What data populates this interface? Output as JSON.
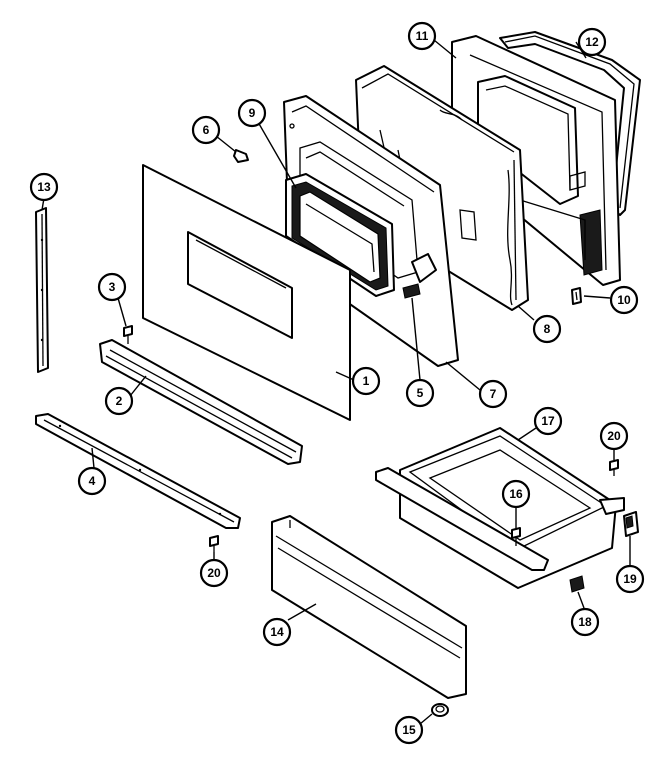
{
  "diagram": {
    "callouts": [
      {
        "id": "c1",
        "label": "1"
      },
      {
        "id": "c2",
        "label": "2"
      },
      {
        "id": "c3",
        "label": "3"
      },
      {
        "id": "c4",
        "label": "4"
      },
      {
        "id": "c5",
        "label": "5"
      },
      {
        "id": "c6",
        "label": "6"
      },
      {
        "id": "c7",
        "label": "7"
      },
      {
        "id": "c8",
        "label": "8"
      },
      {
        "id": "c9",
        "label": "9"
      },
      {
        "id": "c10",
        "label": "10"
      },
      {
        "id": "c11",
        "label": "11"
      },
      {
        "id": "c12",
        "label": "12"
      },
      {
        "id": "c13",
        "label": "13"
      },
      {
        "id": "c14",
        "label": "14"
      },
      {
        "id": "c15",
        "label": "15"
      },
      {
        "id": "c16",
        "label": "16"
      },
      {
        "id": "c17",
        "label": "17"
      },
      {
        "id": "c18",
        "label": "18"
      },
      {
        "id": "c19",
        "label": "19"
      },
      {
        "id": "c20a",
        "label": "20"
      },
      {
        "id": "c20b",
        "label": "20"
      }
    ]
  }
}
